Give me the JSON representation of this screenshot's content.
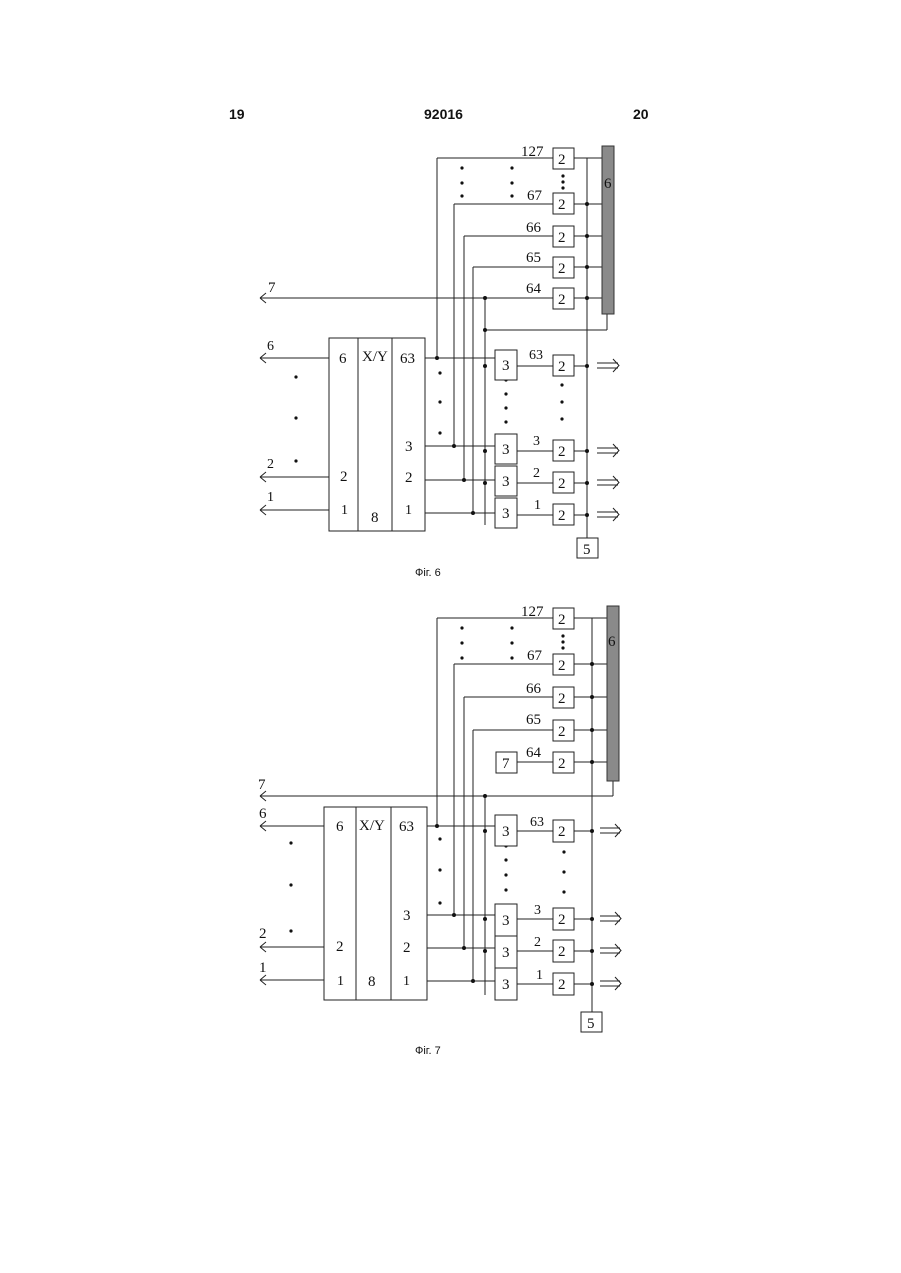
{
  "header": {
    "left_page": "19",
    "patent_number": "92016",
    "right_page": "20"
  },
  "figures": [
    {
      "caption": "Фіг. 6",
      "inputs": [
        "7",
        "6",
        "2",
        "1"
      ],
      "converter": {
        "in_col": [
          "6",
          "2",
          "1"
        ],
        "mid_label": "X/Y",
        "mid_num": "8",
        "out_col": [
          "63",
          "3",
          "2",
          "1"
        ]
      },
      "upper_blocks": {
        "block": "2",
        "labels": [
          "127",
          "67",
          "66",
          "65",
          "64"
        ]
      },
      "lower_blocks": {
        "mux": "3",
        "block": "2",
        "labels": [
          "63",
          "3",
          "2",
          "1"
        ]
      },
      "bus": "6",
      "unit5": "5"
    },
    {
      "caption": "Фіг. 7",
      "inputs": [
        "7",
        "6",
        "2",
        "1"
      ],
      "converter": {
        "in_col": [
          "6",
          "2",
          "1"
        ],
        "mid_label": "X/Y",
        "mid_num": "8",
        "out_col": [
          "63",
          "3",
          "2",
          "1"
        ]
      },
      "upper_blocks": {
        "block": "2",
        "labels": [
          "127",
          "67",
          "66",
          "65",
          "64"
        ]
      },
      "lower_blocks": {
        "mux": "3",
        "block": "2",
        "labels": [
          "63",
          "3",
          "2",
          "1"
        ]
      },
      "bus": "6",
      "unit5": "5",
      "unit7": "7"
    }
  ]
}
